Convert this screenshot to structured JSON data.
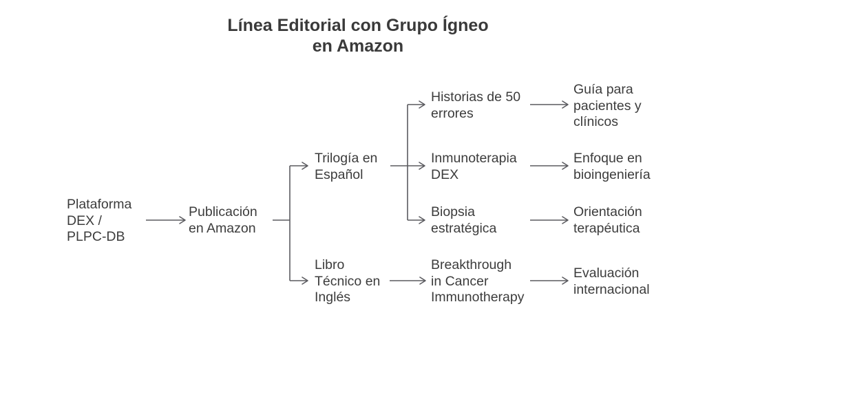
{
  "diagram": {
    "title": "Línea Editorial con Grupo Ígneo\nen Amazon",
    "type": "flowchart",
    "orientation": "left-to-right",
    "colors": {
      "text": "#3c3c3c",
      "title": "#3a3a3a",
      "edge": "#5a5a5f",
      "background": "#ffffff"
    },
    "nodes": {
      "platform": "Plataforma\nDEX /\nPLPC-DB",
      "publication": "Publicación\nen Amazon",
      "trilogy": "Trilogía en\nEspañol",
      "technical_book": "Libro\nTécnico en\nInglés",
      "fifty_errors": "Historias de 50\nerrores",
      "immunotherapy": "Inmunoterapia\nDEX",
      "biopsy": "Biopsia\nestratégica",
      "breakthrough": "Breakthrough\nin Cancer\nImmunotherapy",
      "guide": "Guía para\npacientes y\nclínicos",
      "bioengineering": "Enfoque en\nbioingeniería",
      "therapeutic": "Orientación\nterapéutica",
      "evaluation": "Evaluación\ninternacional"
    },
    "edges": [
      {
        "from": "platform",
        "to": "publication"
      },
      {
        "from": "publication",
        "to": "trilogy"
      },
      {
        "from": "publication",
        "to": "technical_book"
      },
      {
        "from": "trilogy",
        "to": "fifty_errors"
      },
      {
        "from": "trilogy",
        "to": "immunotherapy"
      },
      {
        "from": "trilogy",
        "to": "biopsy"
      },
      {
        "from": "fifty_errors",
        "to": "guide"
      },
      {
        "from": "immunotherapy",
        "to": "bioengineering"
      },
      {
        "from": "biopsy",
        "to": "therapeutic"
      },
      {
        "from": "technical_book",
        "to": "breakthrough"
      },
      {
        "from": "breakthrough",
        "to": "evaluation"
      }
    ]
  }
}
